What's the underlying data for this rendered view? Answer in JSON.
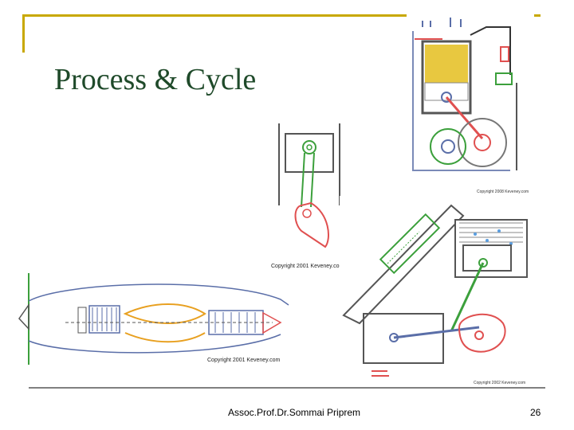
{
  "slide": {
    "title": "Process & Cycle",
    "footer_author": "Assoc.Prof.Dr.Sommai Priprem",
    "page_number": "26"
  },
  "figures": {
    "engine_cycle": {
      "caption": "Copyright 2008 Keveney.com"
    },
    "piston_crank": {
      "caption": "Copyright 2001 Keveney.com"
    },
    "turbofan": {
      "caption": "Copyright 2001 Keveney.com"
    },
    "stirling": {
      "caption": "Copyright 2002 Keveney.com"
    }
  },
  "colors": {
    "title": "#1f4a2a",
    "frame_accent": "#c8a800",
    "mech_blue": "#5a6ea8",
    "mech_red": "#e05050",
    "mech_green": "#3ca03c",
    "mech_yellow": "#e8c840"
  }
}
